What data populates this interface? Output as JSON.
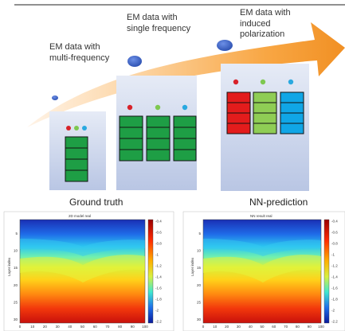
{
  "stages": [
    {
      "lines": [
        "EM data with",
        "multi-frequency"
      ],
      "channel_colors": [
        "#d8222a",
        "#7ec850",
        "#2aa9e0"
      ]
    },
    {
      "lines": [
        "EM data with",
        "single frequency"
      ],
      "channel_colors": [
        "#d8222a",
        "#7ec850",
        "#2aa9e0"
      ]
    },
    {
      "lines": [
        "EM data with",
        "induced",
        "polarization"
      ],
      "channel_colors": [
        "#d8222a",
        "#7ec850",
        "#2aa9e0"
      ]
    }
  ],
  "panels": [
    {
      "caption": "Ground truth",
      "title": "2D model real",
      "ylabel": "Layer index"
    },
    {
      "caption": "NN-prediction",
      "title": "NN result real",
      "ylabel": "Layer index"
    }
  ],
  "heatmap": {
    "y_ticks": [
      "5",
      "10",
      "15",
      "20",
      "25",
      "30"
    ],
    "x_ticks": [
      "0",
      "10",
      "20",
      "30",
      "40",
      "50",
      "60",
      "70",
      "80",
      "90",
      "100"
    ],
    "colorbar_ticks": [
      "-0.4",
      "-0.6",
      "-0.8",
      "-1",
      "-1.2",
      "-1.4",
      "-1.6",
      "-1.8",
      "-2",
      "-2.2"
    ]
  },
  "colors": {
    "arrow_light": "#fde2c2",
    "arrow_mid": "#f7a53c",
    "arrow_dark": "#f08c1e",
    "node": "#3a63c8",
    "column_box": "#c7d1ea",
    "cell_green": "#1e9e45",
    "cell_red": "#e31c1c",
    "cell_lime": "#8fcd55",
    "cell_blue": "#10a6e6"
  }
}
